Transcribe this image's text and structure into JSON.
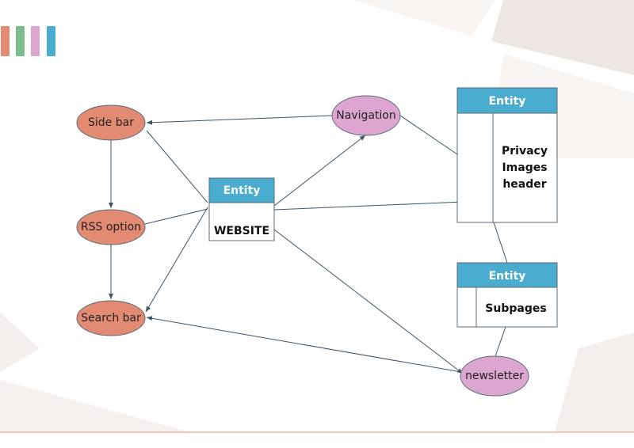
{
  "colors": {
    "orange": "#e38b72",
    "green": "#7dbd8c",
    "pink": "#dca6d0",
    "blue": "#4aaccf"
  },
  "nodes": {
    "side_bar": "Side bar",
    "rss_option": "RSS option",
    "search_bar": "Search bar",
    "navigation": "Navigation",
    "newsletter": "newsletter"
  },
  "entities": {
    "website": {
      "header": "Entity",
      "body": "WEBSITE"
    },
    "privacy": {
      "header": "Entity",
      "lines": [
        "Privacy",
        "Images",
        "header"
      ]
    },
    "subpages": {
      "header": "Entity",
      "body": "Subpages"
    }
  }
}
